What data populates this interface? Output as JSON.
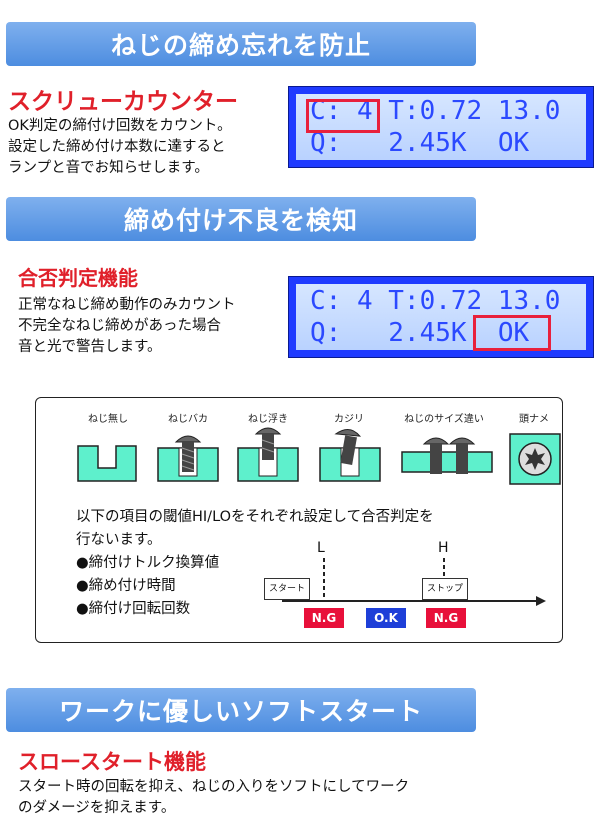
{
  "sections": {
    "banner1": "ねじの締め忘れを防止",
    "banner2": "締め付け不良を検知",
    "banner3": "ワークに優しいソフトスタート"
  },
  "screw_counter": {
    "heading": "スクリューカウンター",
    "description": "OK判定の締付け回数をカウント。\n設定した締め付け本数に達すると\nランプと音でお知らせします。"
  },
  "judge": {
    "heading": "合否判定機能",
    "description": "正常なねじ締め動作のみカウント\n不完全なねじ締めがあった場合\n音と光で警告します。"
  },
  "lcd1": {
    "line1": "C: 4 T:0.72 13.0",
    "line2": "Q:   2.45K  OK"
  },
  "lcd2": {
    "line1": "C: 4 T:0.72 13.0",
    "line2": "Q:   2.45K  OK"
  },
  "diagram": {
    "icons": [
      {
        "label": "ねじ無し",
        "icon": "no-screw-icon"
      },
      {
        "label": "ねじバカ",
        "icon": "stripped-screw-icon"
      },
      {
        "label": "ねじ浮き",
        "icon": "floating-screw-icon"
      },
      {
        "label": "カジリ",
        "icon": "galling-screw-icon"
      },
      {
        "label": "ねじのサイズ違い",
        "icon": "wrong-size-screw-icon"
      },
      {
        "label": "頭ナメ",
        "icon": "stripped-head-icon"
      }
    ],
    "text": "以下の項目の閾値HI/LOをそれぞれ設定して合否判定を\n行ないます。\n●締付けトルク換算値\n●締め付け時間\n●締付け回転回数",
    "label_l": "L",
    "label_h": "H",
    "start": "スタート",
    "stop": "ストップ",
    "ng1": "N.G",
    "ok": "O.K",
    "ng2": "N.G",
    "colors": {
      "ng": "#e8103a",
      "ok": "#1e3fd8",
      "teal": "#5ef0cc"
    }
  },
  "soft_start": {
    "heading": "スロースタート機能",
    "description": "スタート時の回転を抑え、ねじの入りをソフトにしてワーク\nのダメージを抑えます。"
  }
}
